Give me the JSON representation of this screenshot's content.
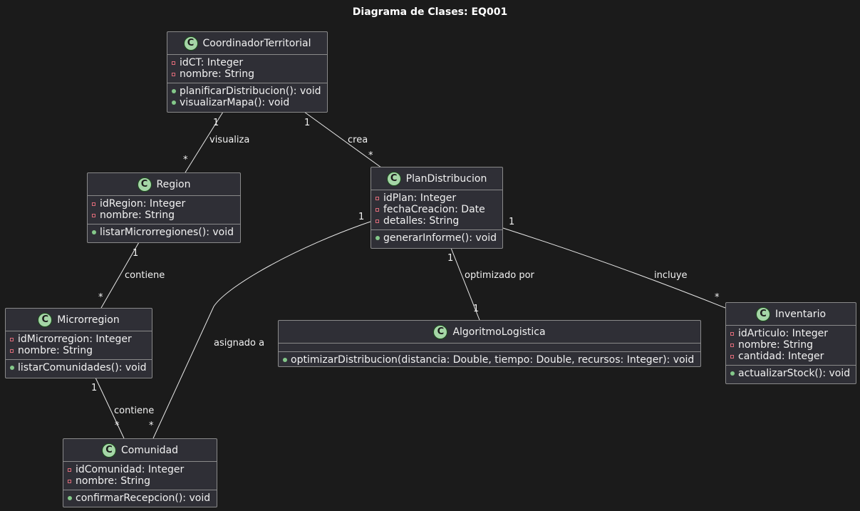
{
  "title": "Diagrama de Clases: EQ001",
  "classes": {
    "coordinador": {
      "name": "CoordinadorTerritorial",
      "attributes": [
        "idCT: Integer",
        "nombre: String"
      ],
      "methods": [
        "planificarDistribucion(): void",
        "visualizarMapa(): void"
      ]
    },
    "region": {
      "name": "Region",
      "attributes": [
        "idRegion: Integer",
        "nombre: String"
      ],
      "methods": [
        "listarMicrorregiones(): void"
      ]
    },
    "plan": {
      "name": "PlanDistribucion",
      "attributes": [
        "idPlan: Integer",
        "fechaCreacion: Date",
        "detalles: String"
      ],
      "methods": [
        "generarInforme(): void"
      ]
    },
    "microrregion": {
      "name": "Microrregion",
      "attributes": [
        "idMicrorregion: Integer",
        "nombre: String"
      ],
      "methods": [
        "listarComunidades(): void"
      ]
    },
    "algoritmo": {
      "name": "AlgoritmoLogistica",
      "attributes": [],
      "methods": [
        "optimizarDistribucion(distancia: Double, tiempo: Double, recursos: Integer): void"
      ]
    },
    "inventario": {
      "name": "Inventario",
      "attributes": [
        "idArticulo: Integer",
        "nombre: String",
        "cantidad: Integer"
      ],
      "methods": [
        "actualizarStock(): void"
      ]
    },
    "comunidad": {
      "name": "Comunidad",
      "attributes": [
        "idComunidad: Integer",
        "nombre: String"
      ],
      "methods": [
        "confirmarRecepcion(): void"
      ]
    }
  },
  "relations": {
    "visualiza": {
      "label": "visualiza",
      "from_mult": "1",
      "to_mult": "*"
    },
    "crea": {
      "label": "crea",
      "from_mult": "1",
      "to_mult": "*"
    },
    "contiene_region": {
      "label": "contiene",
      "from_mult": "1",
      "to_mult": "*"
    },
    "asignado": {
      "label": "asignado a",
      "from_mult": "1",
      "to_mult": "*"
    },
    "optimizado": {
      "label": "optimizado por",
      "from_mult": "1",
      "to_mult": "1"
    },
    "incluye": {
      "label": "incluye",
      "from_mult": "1",
      "to_mult": "*"
    },
    "contiene_micro": {
      "label": "contiene",
      "from_mult": "1",
      "to_mult": "*"
    }
  }
}
